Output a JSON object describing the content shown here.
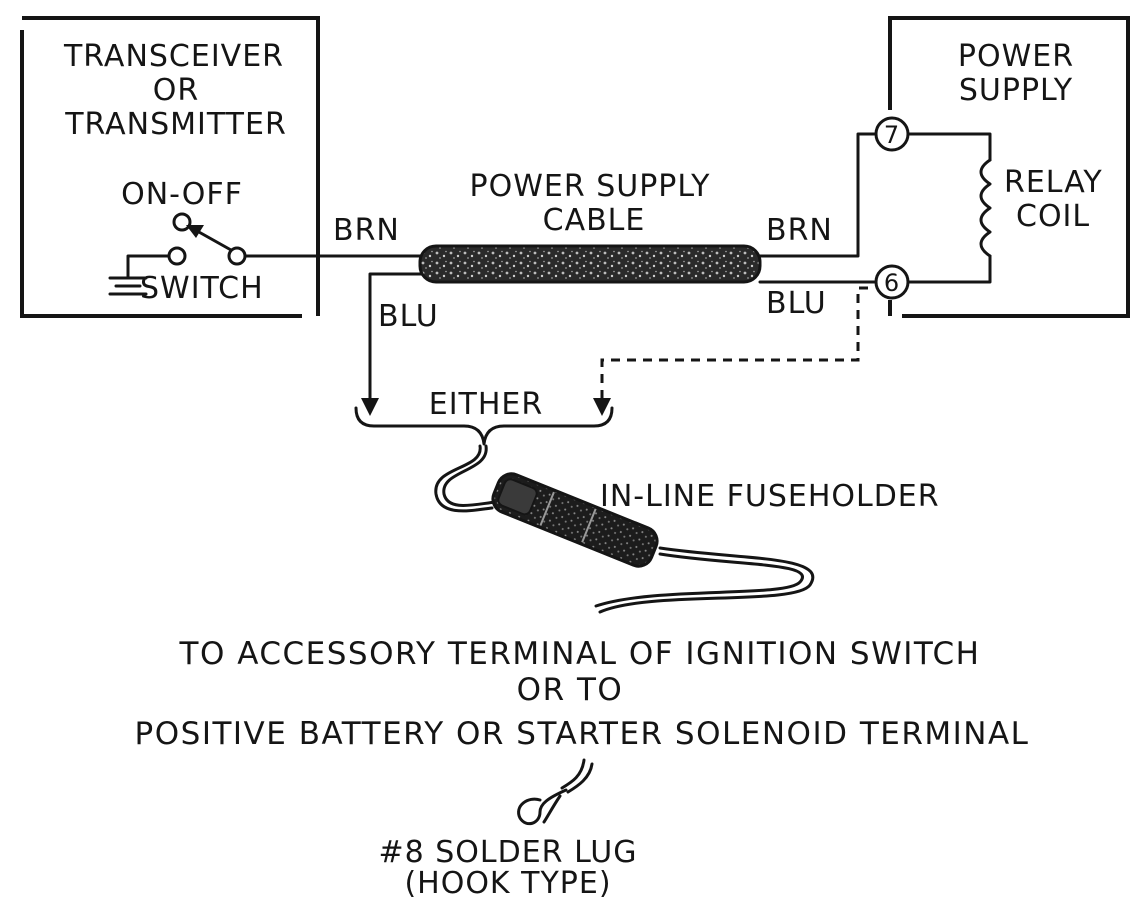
{
  "transceiver_box": {
    "title_lines": [
      "TRANSCEIVER",
      "OR",
      "TRANSMITTER"
    ],
    "switch_top_label": "ON-OFF",
    "switch_bottom_label": "SWITCH"
  },
  "power_supply_box": {
    "title_lines": [
      "POWER",
      "SUPPLY"
    ],
    "relay_label_lines": [
      "RELAY",
      "COIL"
    ],
    "terminal_top": "7",
    "terminal_bottom": "6"
  },
  "cable": {
    "label_lines": [
      "POWER SUPPLY",
      "CABLE"
    ],
    "left_top_wire": "BRN",
    "left_bottom_wire": "BLU",
    "right_top_wire": "BRN",
    "right_bottom_wire": "BLU"
  },
  "either_label": "EITHER",
  "fuseholder_label": "IN-LINE FUSEHOLDER",
  "destination_lines": [
    "TO ACCESSORY TERMINAL OF IGNITION SWITCH",
    "OR TO",
    "POSITIVE BATTERY OR STARTER SOLENOID TERMINAL"
  ],
  "lug_label_lines": [
    "#8 SOLDER LUG",
    "(HOOK TYPE)"
  ]
}
